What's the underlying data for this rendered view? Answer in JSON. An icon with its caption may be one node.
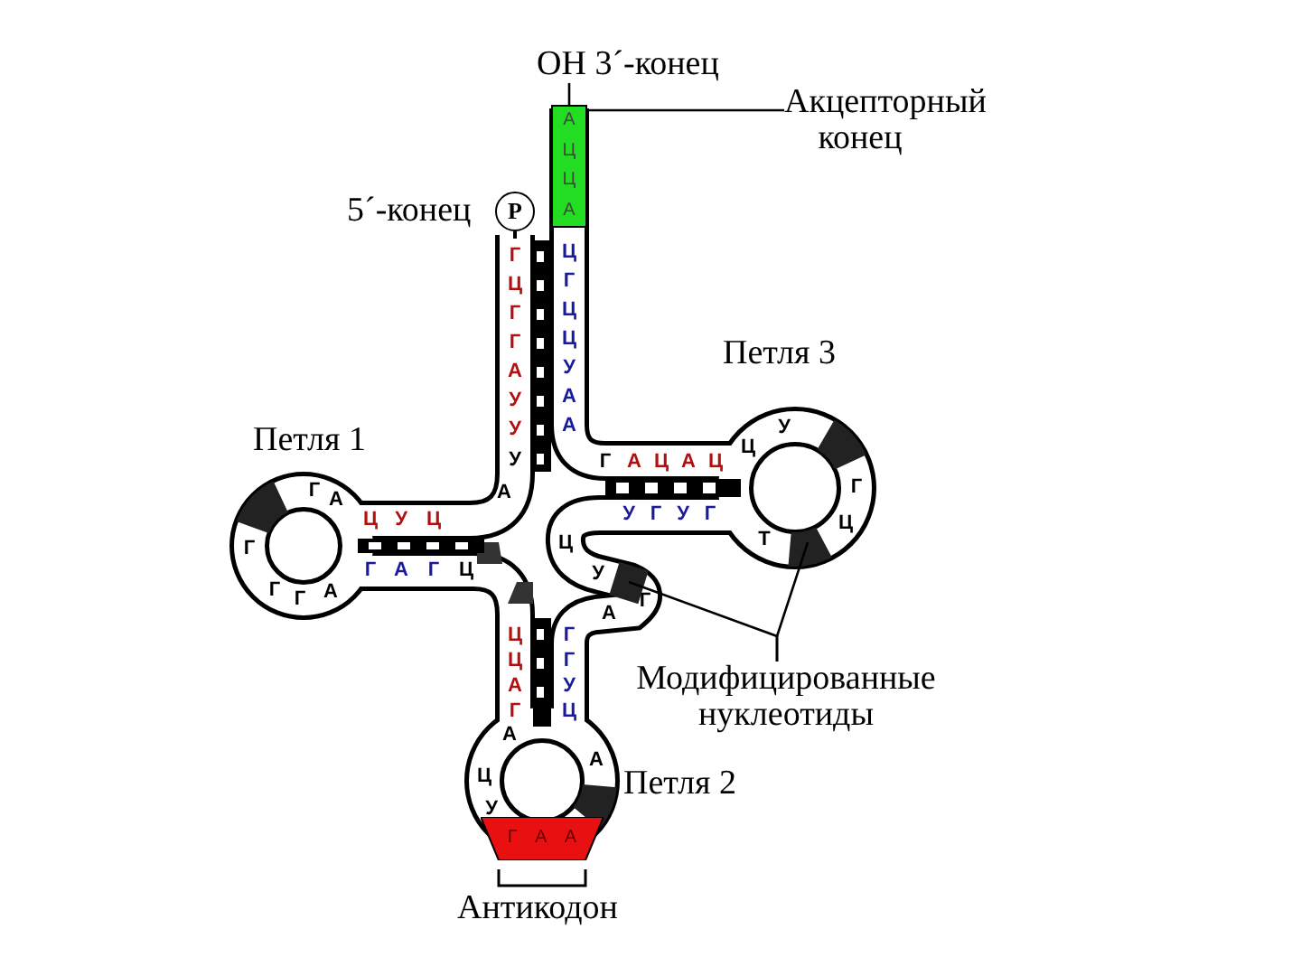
{
  "diagram": {
    "nodes": [
      {
        "text": [
          "OH 3´-конец"
        ]
      },
      {
        "text": [
          "Акцепторный конец"
        ]
      },
      {
        "text": [
          "А",
          "Ц",
          "Ц",
          "А"
        ]
      },
      {
        "text": [
          "Р"
        ],
        "beside": [
          "5´-конец"
        ]
      },
      {
        "text": [
          "Модифицированные нуклеотиды"
        ]
      },
      {
        "text": [],
        "shape": "box"
      },
      {
        "text": [],
        "shape": "box"
      },
      {
        "text": [
          "Г",
          "А",
          "А"
        ]
      }
    ],
    "edges": [
      {
        "from": 0,
        "to": 2,
        "arrow": "none"
      },
      {
        "from": 1,
        "to": 2,
        "arrow": "none"
      },
      {
        "from": 4,
        "to": 5,
        "arrow": "none"
      },
      {
        "from": 4,
        "to": 6,
        "arrow": "none"
      }
    ],
    "labels": [
      "Петля 3",
      "Петля 1",
      "Петля 2",
      "Антикодон",
      "Г",
      "Ц",
      "Г",
      "Г",
      "А",
      "У",
      "У",
      "У",
      "А",
      "Ц",
      "Г",
      "Ц",
      "Ц",
      "У",
      "А",
      "А",
      "Г",
      "А",
      "Ц",
      "А",
      "Ц",
      "Ц",
      "У",
      "Г",
      "Ц",
      "Т",
      "У",
      "Г",
      "У",
      "Г",
      "Ц",
      "У",
      "Г",
      "А",
      "Г",
      "А",
      "Г",
      "Г",
      "Г",
      "А",
      "Ц",
      "У",
      "Ц",
      "Г",
      "А",
      "Г",
      "Ц",
      "Ц",
      "Ц",
      "А",
      "Г",
      "Г",
      "Г",
      "У",
      "Ц",
      "А",
      "Ц",
      "У",
      "А"
    ]
  }
}
